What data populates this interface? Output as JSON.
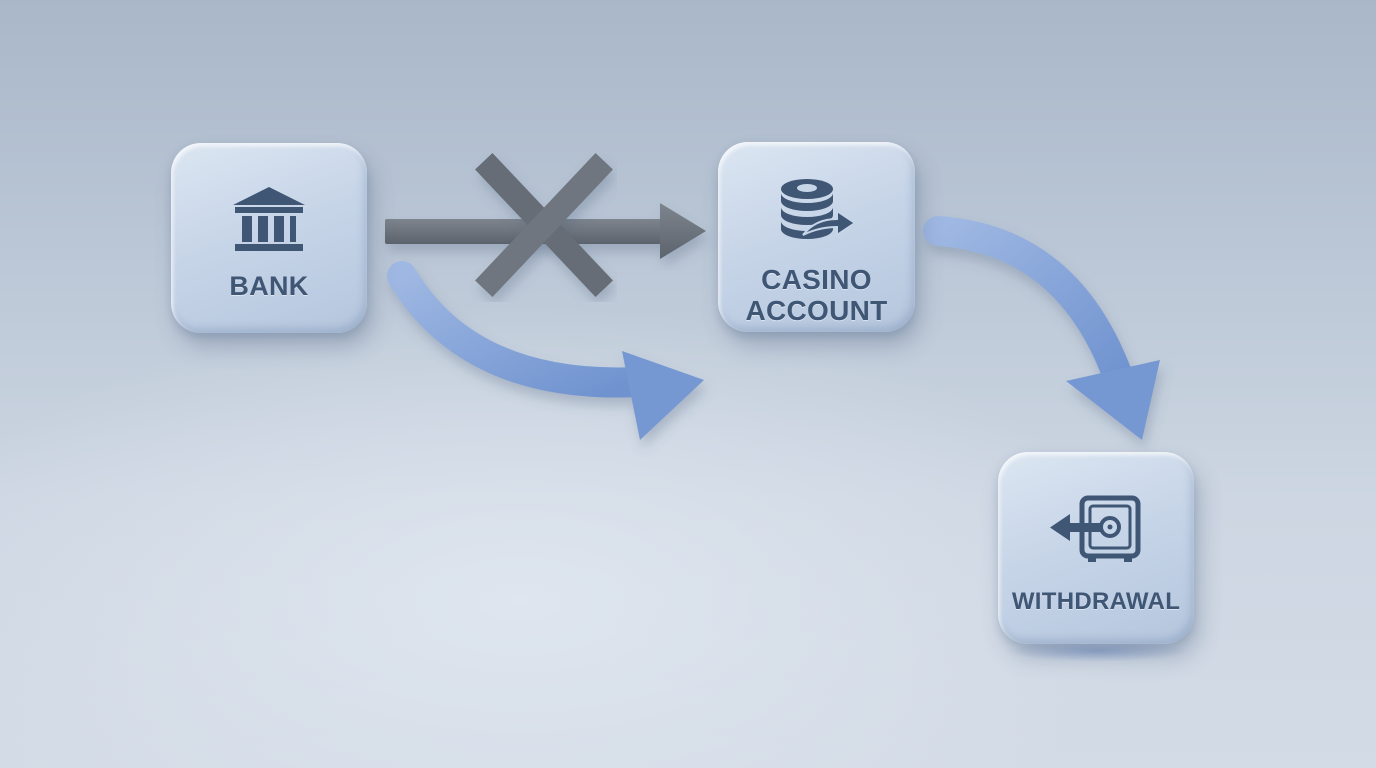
{
  "diagram": {
    "nodes": [
      {
        "id": "bank",
        "label": "BANK",
        "icon": "bank-icon"
      },
      {
        "id": "casino",
        "label_line1": "CASINO",
        "label_line2": "ACCOUNT",
        "icon": "casino-chips-icon"
      },
      {
        "id": "withdrawal",
        "label": "WITHDRAWAL",
        "icon": "safe-withdrawal-icon"
      }
    ],
    "edges": [
      {
        "from": "bank",
        "to": "casino",
        "style": "straight",
        "status": "blocked",
        "color": "#6c737c",
        "marker": "x-cross-icon"
      },
      {
        "from": "bank",
        "to": "casino",
        "style": "curved",
        "status": "allowed",
        "color": "#7e9fd6"
      },
      {
        "from": "casino",
        "to": "withdrawal",
        "style": "curved",
        "status": "allowed",
        "color": "#7e9fd6"
      }
    ]
  },
  "colors": {
    "node_face": "#c7d5e8",
    "label_text": "#3f5675",
    "icon": "#3f5675",
    "blocked_arrow": "#6c737c",
    "flow_arrow": "#7e9fd6",
    "background": "#c3cedc"
  }
}
